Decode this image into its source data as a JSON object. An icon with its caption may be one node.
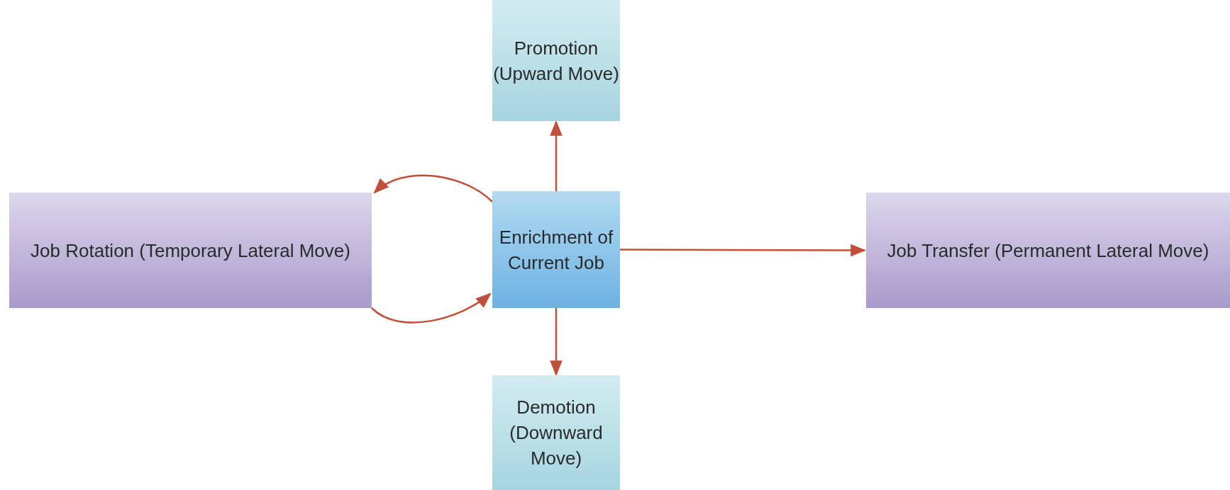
{
  "diagram": {
    "nodes": [
      {
        "text": [
          "Promotion (Upward Move)"
        ]
      },
      {
        "text": [
          "Job Rotation (Temporary Lateral Move)"
        ]
      },
      {
        "text": [
          "Enrichment of Current Job"
        ]
      },
      {
        "text": [
          "Job Transfer (Permanent Lateral Move)"
        ]
      },
      {
        "text": [
          "Demotion (Downward Move)"
        ]
      }
    ],
    "edges": [
      {
        "from": 2,
        "to": 0,
        "arrow": "to"
      },
      {
        "from": 2,
        "to": 1,
        "arrow": "to"
      },
      {
        "from": 1,
        "to": 2,
        "arrow": "to"
      },
      {
        "from": 2,
        "to": 3,
        "arrow": "to"
      },
      {
        "from": 2,
        "to": 4,
        "arrow": "to"
      }
    ]
  }
}
